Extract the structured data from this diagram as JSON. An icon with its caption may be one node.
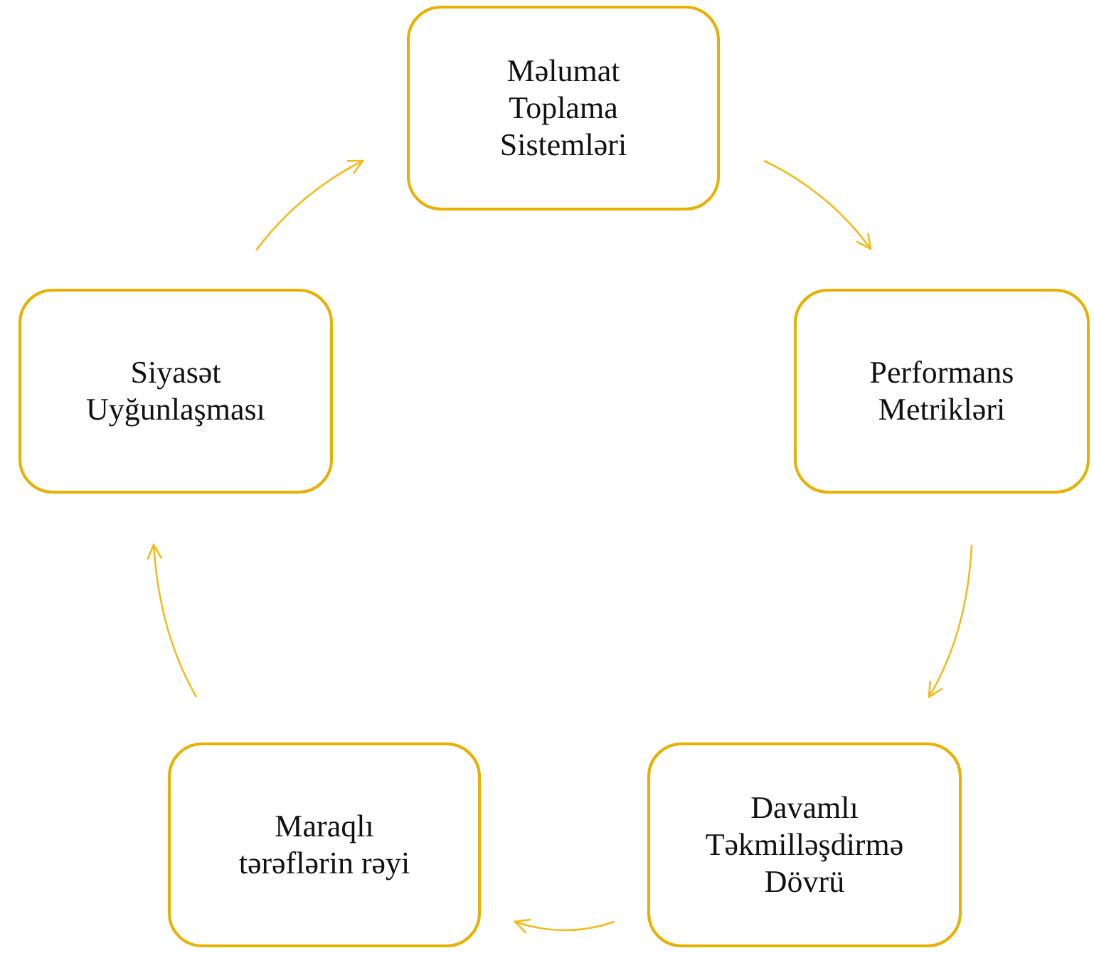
{
  "diagram": {
    "nodes": [
      {
        "text": [
          "Məlumat Toplama Sistemləri"
        ]
      },
      {
        "text": [
          "Performans Metrikləri"
        ]
      },
      {
        "text": [
          "Davamlı Təkmilləşdirmə Dövrü"
        ]
      },
      {
        "text": [
          "Maraqlı tərəflərin rəyi"
        ]
      },
      {
        "text": [
          "Siyasət Uyğunlaşması"
        ]
      }
    ],
    "edges": [
      {
        "from": 0,
        "to": 1,
        "arrow": "to"
      },
      {
        "from": 1,
        "to": 2,
        "arrow": "to"
      },
      {
        "from": 2,
        "to": 3,
        "arrow": "to"
      },
      {
        "from": 3,
        "to": 4,
        "arrow": "to"
      },
      {
        "from": 4,
        "to": 0,
        "arrow": "to"
      }
    ]
  }
}
